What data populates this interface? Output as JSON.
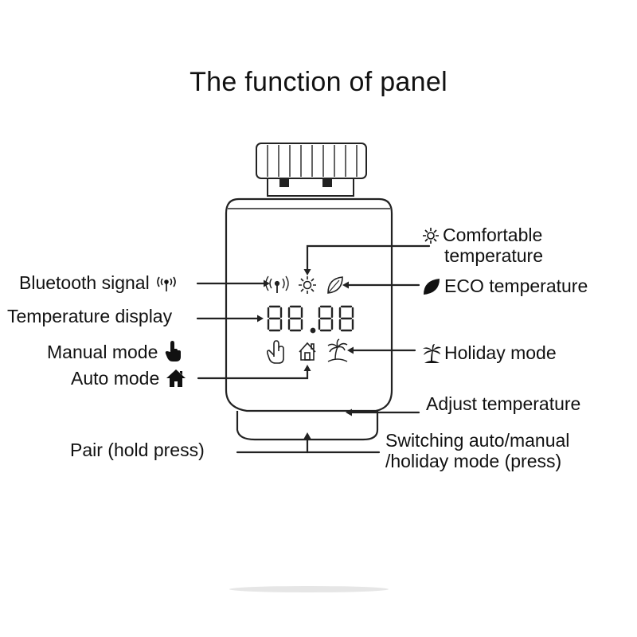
{
  "title": "The function of panel",
  "labels": {
    "comfortable": [
      "Comfortable",
      "temperature"
    ],
    "bluetooth": "Bluetooth signal",
    "eco": "ECO temperature",
    "temperature_display": "Temperature display",
    "manual": "Manual mode",
    "holiday": "Holiday mode",
    "auto": "Auto mode",
    "adjust": "Adjust temperature",
    "pair": "Pair (hold press)",
    "switching": [
      "Switching auto/manual",
      "/holiday mode (press)"
    ]
  },
  "display": {
    "digits": "88.88"
  },
  "icons": {
    "bluetooth": "bluetooth-signal-icon",
    "comfort": "sun-icon",
    "eco": "leaf-icon",
    "manual": "hand-pointer-icon",
    "auto": "house-icon",
    "holiday": "palm-tree-icon"
  },
  "colors": {
    "ink": "#111111",
    "device_outline": "#222222",
    "background": "#ffffff"
  }
}
